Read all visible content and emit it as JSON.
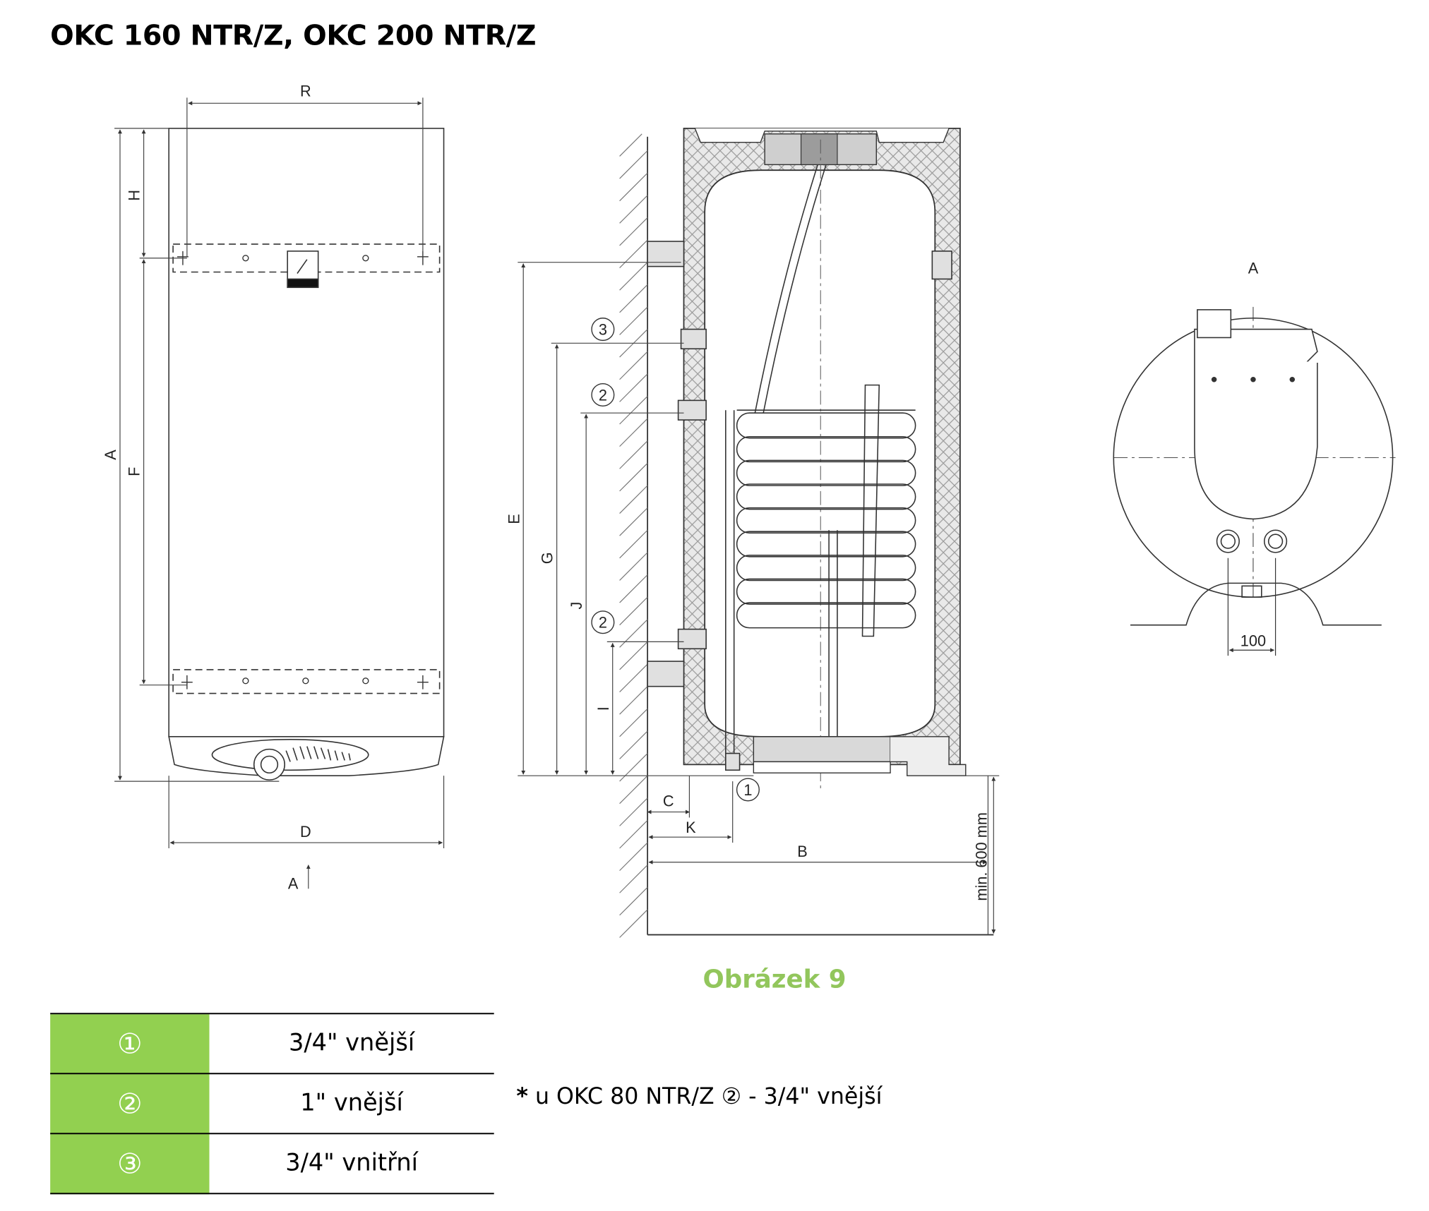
{
  "page_title": "OKC 160 NTR/Z, OKC 200 NTR/Z",
  "figure_caption": "Obrázek 9",
  "dimension_labels": {
    "front_view": [
      "R",
      "H",
      "A",
      "F",
      "D"
    ],
    "section_view": [
      "E",
      "G",
      "J",
      "I",
      "C",
      "K",
      "B",
      "min. 600 mm"
    ],
    "top_view": [
      "A",
      "100"
    ],
    "view_arrow": "A"
  },
  "connection_markers": [
    "3",
    "2",
    "2",
    "1"
  ],
  "legend": [
    {
      "symbol": "①",
      "description": "3/4\" vnější"
    },
    {
      "symbol": "②",
      "description": "1\" vnější"
    },
    {
      "symbol": "③",
      "description": "3/4\" vnitřní"
    }
  ],
  "footnote": {
    "star": "*",
    "text_before": "u OKC 80 NTR/Z",
    "symbol": "②",
    "text_after": "- 3/4\" vnější"
  },
  "colors": {
    "legend_green": "#92d050",
    "caption_green": "#92c65c"
  }
}
